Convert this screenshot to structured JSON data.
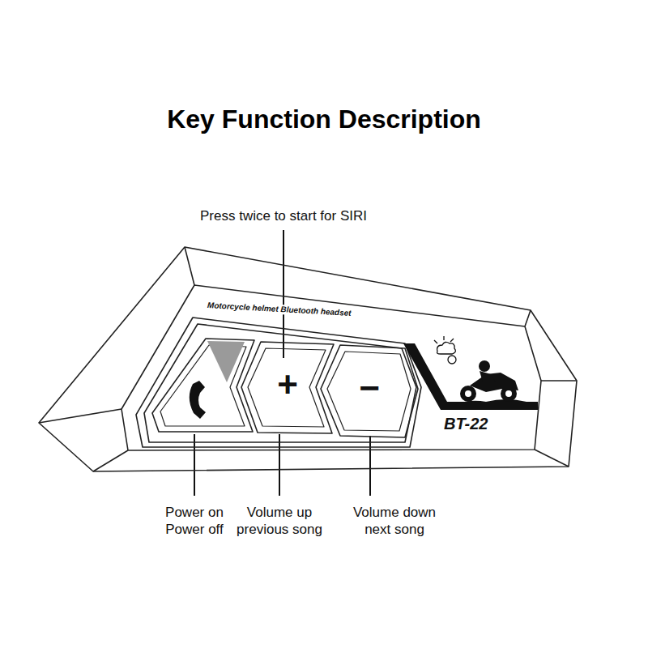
{
  "diagram": {
    "title": "Key Function Description",
    "nodes": [
      {
        "text": [
          "Motorcycle helmet Bluetooth headset",
          "BT-22"
        ]
      },
      {
        "text": [
          "+"
        ],
        "in": 0
      },
      {
        "text": [
          "−"
        ],
        "in": 0
      }
    ],
    "labels": [
      "Press twice to start for SIRI",
      "Power on Power off",
      "Volume up previous song",
      "Volume down next song"
    ]
  }
}
